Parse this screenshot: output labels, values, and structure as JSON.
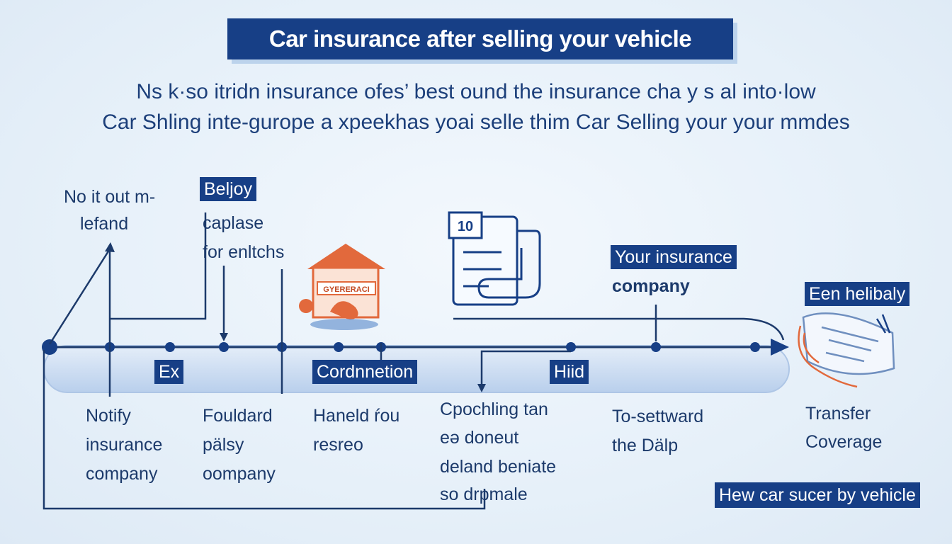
{
  "title": "Car insurance after selling your vehicle",
  "subtitle_lines": [
    "Ns k·so itridn insurance ofes’ best ound the insurance cha y s al into·low",
    "Car Shling inte-gurope a xpeekhas yoai selle thim Car Selling your your mmdes"
  ],
  "top_labels": {
    "left_1": "No it out m-",
    "left_2": "lefand",
    "box_beljoy": "Beljoy",
    "mid_1": "caplase",
    "mid_2": "for enltchs",
    "doc_number": "10",
    "box_your_insurance": "Your insurance",
    "company": "company",
    "box_een": "Een helibaly"
  },
  "timeline_boxes": {
    "ex": "Ex",
    "cordnnetion": "Cordnnetion",
    "hiid": "Hiid"
  },
  "house_sign": "GYERERACI",
  "bottom_labels": {
    "col1": [
      "Notify",
      "insurance",
      "company"
    ],
    "col2": [
      "Fouldard",
      "pälsy",
      "oompany"
    ],
    "col3": [
      "Haneld ŕou",
      "resreo"
    ],
    "col4": [
      "Cpochling tan",
      "eə doneut",
      "deland beniate",
      "so drpmale"
    ],
    "col5": [
      "To-settward",
      "the Dälp"
    ],
    "col6": [
      "Transfer",
      "Coverage"
    ]
  },
  "footer_box": "Hew car sucer by vehicle",
  "colors": {
    "navy": "#173f86",
    "line": "#1c3a6b",
    "band": "#c7d9f0",
    "orange": "#e2693c",
    "bg": "#e9f2fa"
  }
}
